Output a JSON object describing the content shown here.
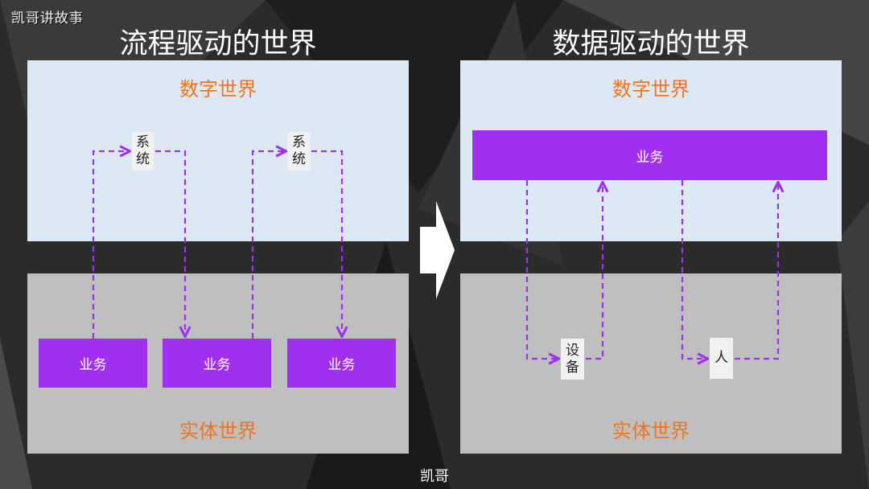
{
  "logo": "凯哥讲故事",
  "left": {
    "title": "流程驱动的世界",
    "digital_label": "数字世界",
    "physical_label": "实体世界",
    "business_boxes": [
      "业务",
      "业务",
      "业务"
    ],
    "system_tags": [
      "系\n统",
      "系\n统"
    ]
  },
  "right": {
    "title": "数据驱动的世界",
    "digital_label": "数字世界",
    "physical_label": "实体世界",
    "business_bar": "业务",
    "device_tag": "设\n备",
    "person_tag": "人"
  },
  "footer": "凯哥",
  "colors": {
    "digital_zone": "#dde8f5",
    "physical_zone": "#bfbfbf",
    "business": "#a12ff0",
    "label": "#f27321",
    "arrow": "#a12ff0"
  }
}
